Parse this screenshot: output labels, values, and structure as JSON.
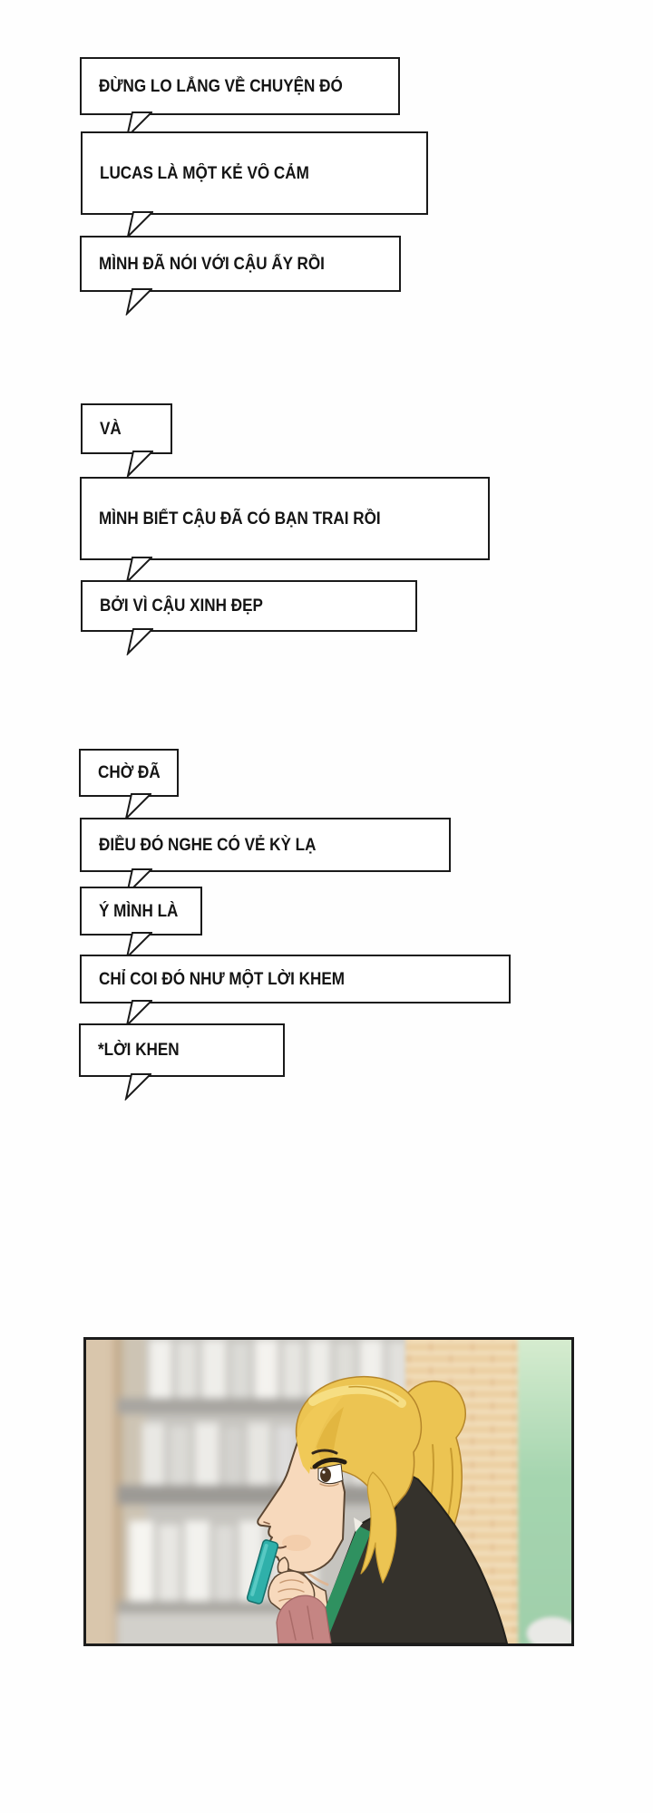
{
  "page": {
    "background": "#fefefe",
    "bubble_fill": "#ffffff",
    "line_color": "#1a1a1a"
  },
  "bubbles": [
    {
      "text": "ĐỪNG LO LẮNG VỀ CHUYỆN ĐÓ"
    },
    {
      "text": "LUCAS LÀ MỘT KẺ VÔ CẢM"
    },
    {
      "text": "MÌNH ĐÃ NÓI VỚI CẬU ẤY RỒI"
    },
    {
      "text": "VÀ"
    },
    {
      "text": "MÌNH BIẾT CẬU ĐÃ CÓ BẠN TRAI RỒI"
    },
    {
      "text": "BỞI VÌ CẬU XINH ĐẸP"
    },
    {
      "text": "CHỜ ĐÃ"
    },
    {
      "text": "ĐIỀU ĐÓ NGHE CÓ VẺ KỲ LẠ"
    },
    {
      "text": "Ý MÌNH LÀ"
    },
    {
      "text": "CHỈ COI ĐÓ NHƯ MỘT LỜI KHEM"
    },
    {
      "text": "*LỜI KHEN"
    }
  ],
  "panel": {
    "alt": "Blonde girl with a ponytail, seen in profile facing left, looking down at a teal phone in her hand; blurred bookshelves behind her, a tan brick wall and a green door on the right",
    "colors": {
      "hair": "#ecc452",
      "hair_shadow": "#d9a83c",
      "hair_highlight": "#f8e38c",
      "skin": "#f7d9bc",
      "outline": "#5b4632",
      "jacket": "#35322c",
      "collar_green": "#2f9160",
      "sleeve_pink": "#c58583",
      "phone_teal": "#2fb0aa",
      "shelf_wood": "#d9c6ac",
      "shelf_gray": "#a7a5a0",
      "book_white": "#f2f1ed",
      "brick_tan": "#ecd0a4",
      "mortar": "#f5e4c4",
      "door_green": "#a5d5af"
    }
  }
}
